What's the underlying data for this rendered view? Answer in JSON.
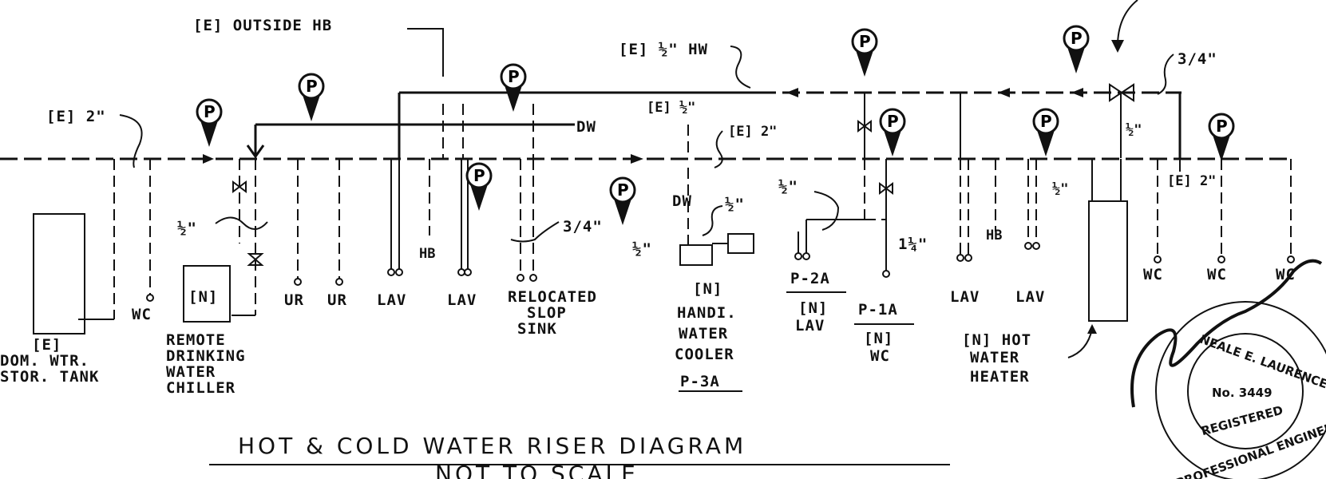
{
  "labels": {
    "existing_outside_hb": "[E] OUTSIDE HB",
    "existing_half_hw": "[E] ½\" HW",
    "three_quarter_top": "3/4\"",
    "existing_2_left": "[E] 2\"",
    "half_right": "½\"",
    "existing_half": "[E] ½\"",
    "dw_top": "DW",
    "existing_2_mid": "[E] 2\"",
    "existing_2_right": "[E] 2\"",
    "half_left": "½\"",
    "three_quarter_mid": "3/4\"",
    "dw_mid": "DW",
    "half_cooler_top": "½\"",
    "half_cooler_left": "½\"",
    "half_p2a": "½\"",
    "half_hwh": "½\"",
    "one_quarter": "1¼\"",
    "hb_left": "HB",
    "hb_right": "HB",
    "new_n_chiller": "[N]"
  },
  "fixtures": {
    "wc_left": "WC",
    "ur_1": "UR",
    "ur_2": "UR",
    "lav_1": "LAV",
    "lav_2": "LAV",
    "lav_3": "LAV",
    "lav_4": "LAV",
    "wc_1": "WC",
    "wc_2": "WC",
    "wc_3": "WC"
  },
  "equipment": {
    "storage_tank_line1": "[E]",
    "storage_tank_line2": "DOM. WTR.",
    "storage_tank_line3": "STOR. TANK",
    "chiller_line1": "REMOTE",
    "chiller_line2": "DRINKING",
    "chiller_line3": "WATER",
    "chiller_line4": "CHILLER",
    "sink_line1": "RELOCATED",
    "sink_line2": "SLOP",
    "sink_line3": "SINK",
    "cooler_line1": "[N]",
    "cooler_line2": "HANDI.",
    "cooler_line3": "WATER",
    "cooler_line4": "COOLER",
    "cooler_tag": "P-3A",
    "p2a_tag": "P-2A",
    "p2a_line1": "[N]",
    "p2a_line2": "LAV",
    "p1a_tag": "P-1A",
    "p1a_line1": "[N]",
    "p1a_line2": "WC",
    "hwh_line1": "[N] HOT",
    "hwh_line2": "WATER",
    "hwh_line3": "HEATER"
  },
  "title": "HOT & COLD WATER RISER DIAGRAM",
  "subtitle": "NOT TO SCALE",
  "seal": {
    "name": "NEALE E. LAURENCE",
    "number": "No. 3449",
    "status": "REGISTERED",
    "profession": "PROFESSIONAL ENGINEER"
  },
  "plumbing_tag": "P"
}
